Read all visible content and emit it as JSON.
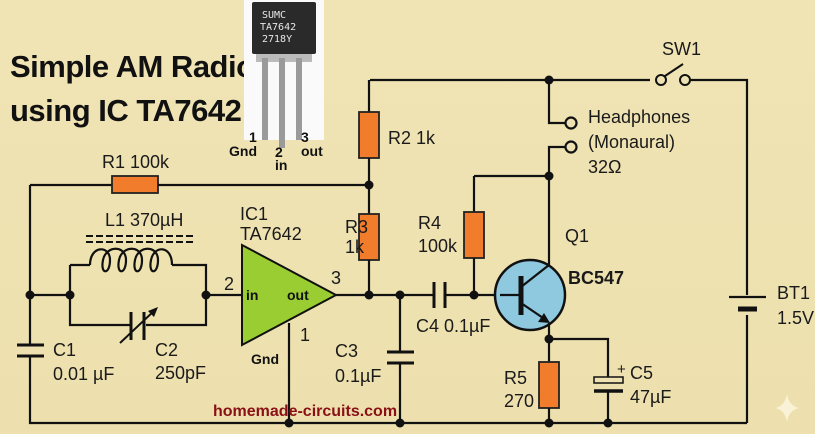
{
  "title": {
    "line1": "Simple AM Radio",
    "line2": "using IC TA7642"
  },
  "chip_photo": {
    "marking": [
      "SUMC",
      "TA7642",
      "2718Y"
    ],
    "pins": [
      {
        "number": "1",
        "name": "Gnd"
      },
      {
        "number": "2",
        "name": "in"
      },
      {
        "number": "3",
        "name": "out"
      }
    ]
  },
  "components": {
    "r1": {
      "ref": "R1",
      "value": "100k",
      "label": "R1 100k"
    },
    "r2": {
      "ref": "R2",
      "value": "1k",
      "label": "R2 1k"
    },
    "r3": {
      "ref": "R3",
      "value": "1k"
    },
    "r4": {
      "ref": "R4",
      "value": "100k"
    },
    "r5": {
      "ref": "R5",
      "value": "270"
    },
    "l1": {
      "ref": "L1",
      "value": "370µH",
      "label": "L1  370µH"
    },
    "c1": {
      "ref": "C1",
      "value": "0.01 µF"
    },
    "c2": {
      "ref": "C2",
      "value": "250pF"
    },
    "c3": {
      "ref": "C3",
      "value": "0.1µF"
    },
    "c4": {
      "ref": "C4",
      "value": "0.1µF",
      "label": "C4  0.1µF"
    },
    "c5": {
      "ref": "C5",
      "value": "47µF",
      "polarity": "+"
    },
    "ic1": {
      "ref": "IC1",
      "part": "TA7642",
      "pin_in": "in",
      "pin_out": "out",
      "pin_gnd": "Gnd",
      "pin_in_no": "2",
      "pin_out_no": "3",
      "pin_gnd_no": "1"
    },
    "q1": {
      "ref": "Q1",
      "part": "BC547"
    },
    "sw1": {
      "ref": "SW1"
    },
    "bt1": {
      "ref": "BT1",
      "value": "1.5V"
    },
    "headphones": {
      "line1": "Headphones",
      "line2": "(Monaural)",
      "line3": "32Ω"
    }
  },
  "watermark": "homemade-circuits.com",
  "colors": {
    "background": "#efe2b2",
    "resistor": "#f07c2c",
    "ic": "#9acd32",
    "transistor": "#8ec9e0",
    "watermark": "#8a1016"
  }
}
